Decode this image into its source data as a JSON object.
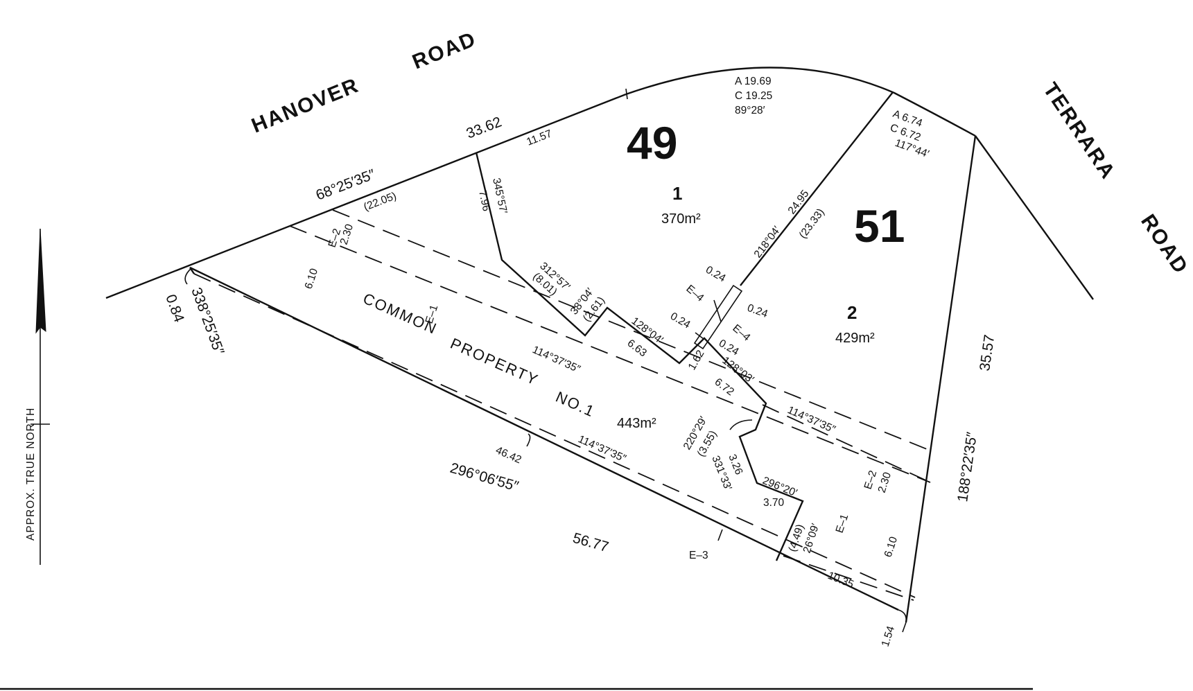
{
  "roads": {
    "hanover_1": "HANOVER",
    "hanover_2": "ROAD",
    "terrara_1": "TERRARA",
    "terrara_2": "ROAD"
  },
  "north": {
    "text": "APPROX.   TRUE   NORTH"
  },
  "lots": {
    "lot49_number": "49",
    "lot51_number": "51",
    "lot1_number": "1",
    "lot1_area": "370m²",
    "lot2_number": "2",
    "lot2_area": "429m²"
  },
  "common_property": {
    "word1": "COMMON",
    "word2": "PROPERTY",
    "number": "NO.1",
    "area": "443m²"
  },
  "curve_main": {
    "arc": "A 19.69",
    "chord": "C 19.25",
    "bearing": "89°28′"
  },
  "curve_corner": {
    "arc": "A 6.74",
    "chord": "C 6.72",
    "bearing": "117°44′"
  },
  "dimensions": {
    "d33_62": "33.62",
    "d11_57": "11.57",
    "b68_25_35": "68°25′35″",
    "d22_05": "(22.05)",
    "b345_57": "345°57′",
    "d7_96": "7.96",
    "b312_57": "312°57′",
    "d8_01": "(8.01)",
    "b38_04": "38°04′",
    "d2_61": "(2.61)",
    "b128_04": "128°04′",
    "d6_63": "6.63",
    "b218_04": "218°04′",
    "d24_95": "24.95",
    "d23_33": "(23.33)",
    "d0_24_a": "0.24",
    "d0_24_b": "0.24",
    "d0_24_c": "0.24",
    "d0_24_d": "0.24",
    "e4_a": "E–4",
    "e4_b": "E–4",
    "d1_62": "1.62",
    "b128_03": "128°03′",
    "d6_72": "6.72",
    "b114_37_35_a": "114°37′35″",
    "b114_37_35_b": "114°37′35″",
    "b114_37_35_c": "114°37′35″",
    "b220_29": "220°29′",
    "d3_55": "(3.55)",
    "b331_33": "331°33′",
    "d3_26": "3.26",
    "b296_20": "296°20′",
    "d3_70": "3.70",
    "d4_49": "(4.49)",
    "b26_09": "26°09′",
    "e1_a": "E–1",
    "e1_b": "E–1",
    "e2_a": "E–2",
    "d2_30_a": "2.30",
    "e2_b": "E–2",
    "d2_30_b": "2.30",
    "d6_10_a": "6.10",
    "d6_10_b": "6.10",
    "d46_42": "46.42",
    "b296_06_55": "296°06′55″",
    "d56_77": "56.77",
    "e3": "E–3",
    "d10_35": "10.35",
    "d1_54": "1.54",
    "d0_84": "0.84",
    "b338_25_35": "338°25′35″",
    "d35_57": "35.57",
    "b188_22_35": "188°22′35″"
  }
}
